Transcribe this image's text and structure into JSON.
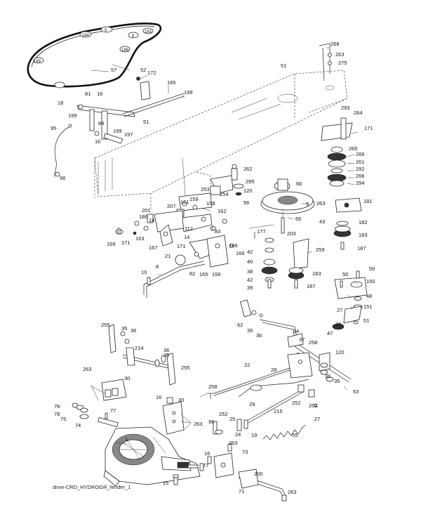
{
  "caption": "drive-CRD_HYDROGR_fender_1",
  "callouts": [
    "57",
    "184",
    "5",
    "6",
    "183",
    "186",
    "189",
    "52",
    "172",
    "185",
    "199",
    "81",
    "16",
    "18",
    "84",
    "199",
    "51",
    "199",
    "197",
    "16",
    "95",
    "96",
    "268",
    "263",
    "275",
    "51",
    "293",
    "264",
    "171",
    "265",
    "266",
    "261",
    "292",
    "266",
    "294",
    "262",
    "295",
    "120",
    "56",
    "66",
    "9",
    "263",
    "181",
    "65",
    "43",
    "182",
    "183",
    "187",
    "203",
    "177",
    "42",
    "40",
    "259",
    "38",
    "183",
    "42",
    "39",
    "187",
    "253",
    "254",
    "159",
    "158",
    "207",
    "161",
    "162",
    "112",
    "14",
    "83",
    "171",
    "168",
    "166",
    "156",
    "165",
    "82",
    "21",
    "10",
    "8",
    "169",
    "171",
    "163",
    "167",
    "201",
    "186",
    "14",
    "50",
    "50",
    "150",
    "48",
    "27",
    "151",
    "49",
    "47",
    "51",
    "62",
    "35",
    "36",
    "34",
    "37",
    "258",
    "120",
    "36",
    "35",
    "53",
    "28",
    "22",
    "255",
    "35",
    "36",
    "214",
    "36",
    "35",
    "255",
    "263",
    "30",
    "16",
    "30",
    "76",
    "78",
    "75",
    "74",
    "77",
    "258",
    "29",
    "252",
    "252",
    "215",
    "27",
    "55",
    "96",
    "252",
    "25",
    "24",
    "19",
    "263",
    "1",
    "16",
    "263",
    "73",
    "77",
    "200",
    "15",
    "71",
    "263"
  ]
}
